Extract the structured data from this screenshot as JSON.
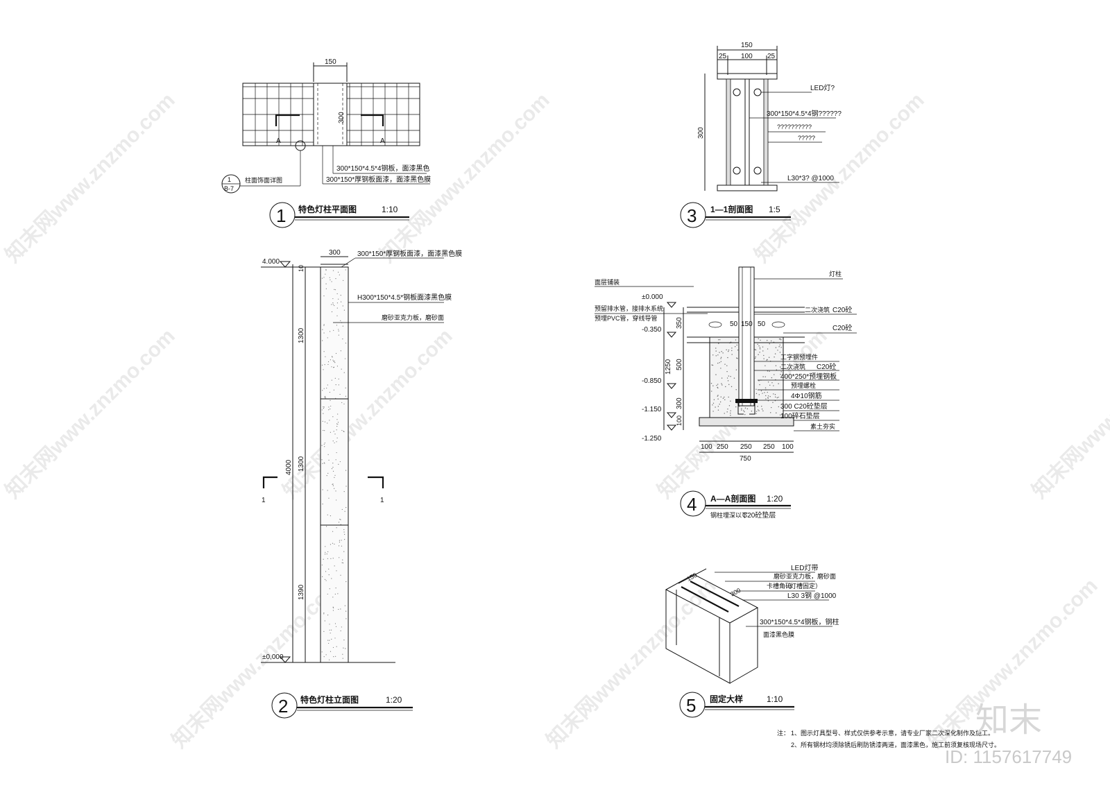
{
  "watermark": {
    "text": "知末网www.znzmo.com",
    "brand": "知末",
    "id": "ID: 1157617749"
  },
  "drawing1": {
    "number": "1",
    "title": "特色灯柱平面图",
    "scale": "1:10",
    "dim_top": "150",
    "dim_side": "300",
    "label_a_left": "A",
    "label_a_right": "A",
    "callout1": "300*150*4.5*4钢板，面漆黑色",
    "callout2": "300*150*厚钢板面漆，面漆黑色膜",
    "detail_ref_top": "1",
    "detail_ref_bottom": "B-7",
    "detail_note": "柱面饰面详图"
  },
  "drawing2": {
    "number": "2",
    "title": "特色灯柱立面图",
    "scale": "1:20",
    "dim_width": "300",
    "level_top": "4.000",
    "level_bottom": "±0,000",
    "dim_10": "10",
    "dim_1300a": "1300",
    "dim_1300b": "1300",
    "dim_1390": "1390",
    "dim_4000": "4000",
    "section_left": "1",
    "section_right": "1",
    "callout1": "300*150*厚钢板面漆，面漆黑色膜",
    "callout2": "H300*150*4.5*钢板面漆黑色膜",
    "callout3": "磨砂亚克力板，磨砂面"
  },
  "drawing3": {
    "number": "3",
    "title": "1—1剖面图",
    "scale": "1:5",
    "dim_150": "150",
    "dim_25a": "25",
    "dim_100": "100",
    "dim_25b": "25",
    "dim_300": "300",
    "label_led": "LED灯?",
    "label_steel": "300*150*4.5*4钢??????",
    "label_q1": "??????????",
    "label_q2": "?????",
    "label_angle": "L30*3? @1000"
  },
  "drawing4": {
    "number": "4",
    "title": "A—A剖面图",
    "scale": "1:20",
    "level_0": "±0.000",
    "level_1": "-0.350",
    "level_2": "-0.850",
    "level_3": "-1.150",
    "level_4": "-1.250",
    "dim_350": "350",
    "dim_1250": "1250",
    "dim_500": "500",
    "dim_300": "300",
    "dim_100v": "100",
    "dim_50a": "50",
    "dim_150": "150",
    "dim_50b": "50",
    "dim_b100a": "100",
    "dim_b250a": "250",
    "dim_b250b": "250",
    "dim_b250c": "250",
    "dim_b100b": "100",
    "dim_750": "750",
    "label_lamp": "灯柱",
    "label_pave": "面层铺装",
    "label_drain": "预留排水管，接排水系统",
    "label_pipe": "预埋PVC管，穿线导管",
    "label_c20a": "C20砼",
    "label_c20b": "C20砼",
    "label_sec": "二次浇筑",
    "label_c20c": "C20砼",
    "label_plate": "400*250*预埋钢板",
    "label_rebar": "4Φ10钢筋",
    "label_base": "300 C20砼垫层",
    "label_gravel": "100碎石垫层",
    "label_soil": "素土夯实",
    "label_embed": "工字钢预埋件",
    "label_gaps": "预埋螺栓",
    "note_left": "钢柱埋深以下",
    "note_c20": "C20砼垫层"
  },
  "drawing5": {
    "number": "5",
    "title": "固定大样",
    "scale": "1:10",
    "label_led": "LED灯带",
    "label_acrylic": "磨砂亚克力板，磨砂面",
    "label_clip": "卡槽角码",
    "label_fix": "（灯槽固定）",
    "label_angle": "L30 3钢 @1000",
    "label_steel": "300*150*4.5*4钢板，钢柱",
    "label_paint": "面漆黑色膜",
    "dim_150": "150",
    "dim_300": "300"
  },
  "notes": {
    "head": "注：",
    "line1": "1、图示灯具型号、样式仅供参考示意，请专业厂家二次深化制作及施工。",
    "line2": "2、所有钢材均须除锈后刷防锈漆两道，面漆黑色，施工前须复核现场尺寸。"
  }
}
